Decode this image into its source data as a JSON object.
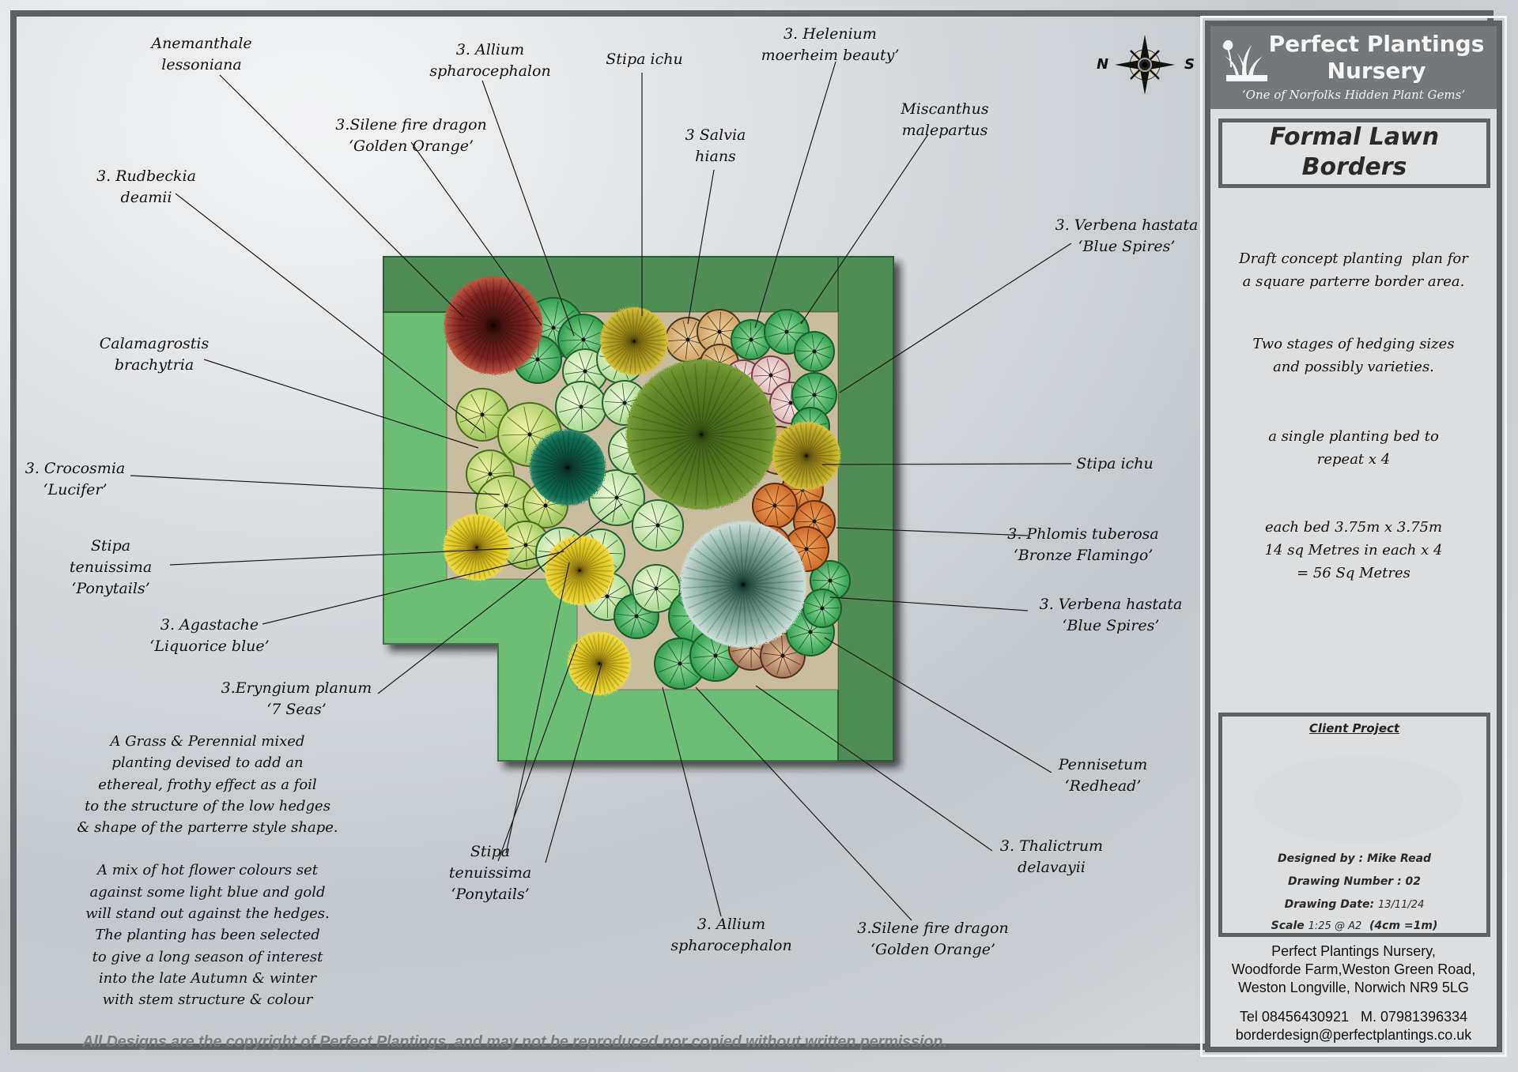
{
  "compass": {
    "north": "N",
    "south": "S",
    "icon": "compass-rose-icon"
  },
  "title_block": {
    "brand_line1": "Perfect Plantings",
    "brand_line2": "Nursery",
    "tagline": "‘One of Norfolks Hidden Plant Gems’",
    "logo_icon": "tulip-grass-logo-icon",
    "title_line1": "Formal Lawn",
    "title_line2": "Borders",
    "notes": [
      [
        "Draft concept planting  plan for",
        "a square parterre border area."
      ],
      [
        "Two stages of hedging sizes",
        "and possibly varieties."
      ],
      [
        "a single planting bed to",
        "repeat x 4"
      ],
      [
        "each bed 3.75m x 3.75m",
        "14 sq Metres in each x 4",
        "= 56 Sq Metres"
      ]
    ],
    "client_heading": "Client Project",
    "designed_by": "Designed by : Mike Read",
    "drawing_number": "Drawing Number : 02",
    "drawing_date_label": "Drawing Date:",
    "drawing_date": "13/11/24",
    "scale_label": "Scale",
    "scale_value": "1:25 @ A2",
    "scale_note": "(4cm =1m)",
    "address": [
      "Perfect Plantings Nursery,",
      "Woodforde Farm,Weston Green Road,",
      "Weston Longville, Norwich NR9 5LG"
    ],
    "phone": "Tel 08456430921   M. 07981396334",
    "email": "borderdesign@perfectplantings.co.uk"
  },
  "plant_labels": [
    {
      "lines": [
        "Anemanthale",
        "lessoniana"
      ]
    },
    {
      "lines": [
        "3. Allium",
        "spharocephalon"
      ]
    },
    {
      "lines": [
        "Stipa ichu"
      ]
    },
    {
      "lines": [
        "3. Helenium",
        "moerheim beauty’"
      ]
    },
    {
      "lines": [
        "3.Silene fire dragon",
        "‘Golden Orange’"
      ]
    },
    {
      "lines": [
        "3 Salvia",
        "hians"
      ]
    },
    {
      "lines": [
        "Miscanthus",
        "malepartus"
      ]
    },
    {
      "lines": [
        "3. Rudbeckia",
        "deamii"
      ]
    },
    {
      "lines": [
        "3. Verbena hastata",
        "‘Blue Spires’"
      ]
    },
    {
      "lines": [
        "Calamagrostis",
        "brachytria"
      ]
    },
    {
      "lines": [
        "Stipa ichu"
      ]
    },
    {
      "lines": [
        "3. Crocosmia",
        "‘Lucifer’"
      ]
    },
    {
      "lines": [
        "3. Phlomis tuberosa",
        "‘Bronze Flamingo’"
      ]
    },
    {
      "lines": [
        "Stipa",
        "tenuissima",
        "‘Ponytails’"
      ]
    },
    {
      "lines": [
        "3. Verbena hastata",
        "‘Blue Spires’"
      ]
    },
    {
      "lines": [
        "3. Agastache",
        "‘Liquorice blue’"
      ]
    },
    {
      "lines": [
        "3.Eryngium planum",
        "‘7 Seas’"
      ]
    },
    {
      "lines": [
        "Pennisetum",
        "‘Redhead’"
      ]
    },
    {
      "lines": [
        "3. Thalictrum",
        "delavayii"
      ]
    },
    {
      "lines": [
        "Stipa",
        "tenuissima",
        "‘Ponytails’"
      ]
    },
    {
      "lines": [
        "3. Allium",
        "spharocephalon"
      ]
    },
    {
      "lines": [
        "3.Silene fire dragon",
        "‘Golden Orange’"
      ]
    }
  ],
  "description": [
    "A Grass & Perennial mixed",
    "planting devised to add an",
    "ethereal, frothy effect as a foil",
    "to the structure of the low hedges",
    "& shape of the parterre style shape.",
    "",
    "A mix of hot flower colours set",
    "against some light blue and gold",
    "will stand out against the hedges.",
    "The planting has been selected",
    "to give a long season of interest",
    "into the late Autumn & winter",
    "with stem structure & colour"
  ],
  "copyright": "All Designs are the copyright of Perfect Plantings, and may not be reproduced nor copied without written permission.",
  "colors": {
    "frame": "#5f6264",
    "hedge_light": "#6cbf72",
    "hedge_dark": "#4e8d56",
    "soil": "#c9bd9f",
    "stipa_gold": "#d4b81c",
    "stipa_ichu": "#b0a21e",
    "pennisetum_red": "#7d2424",
    "miscanthus_green": "#5a7f22",
    "calamagrostis_teal": "#0f6b52",
    "eryngium_blue": "#7fa89a",
    "crocosmia_orange": "#d87a32",
    "perennial_green": "#3fb35a",
    "perennial_pale": "#c9e6b2",
    "salvia_pink": "#d9b2b4"
  }
}
